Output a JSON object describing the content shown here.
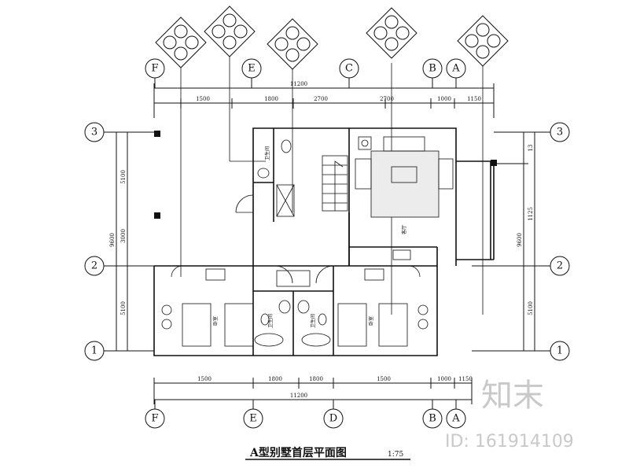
{
  "drawing": {
    "title": "A型别墅首层平面图",
    "scale": "1:75"
  },
  "axes": {
    "top": [
      {
        "label": "F"
      },
      {
        "label": "E"
      },
      {
        "label": "C"
      },
      {
        "label": "B"
      },
      {
        "label": "A"
      }
    ],
    "bottom": [
      {
        "label": "F"
      },
      {
        "label": "E"
      },
      {
        "label": "D"
      },
      {
        "label": "B"
      },
      {
        "label": "A"
      }
    ],
    "left": [
      {
        "label": "3"
      },
      {
        "label": "2"
      },
      {
        "label": "1"
      }
    ],
    "right": [
      {
        "label": "3"
      },
      {
        "label": "2"
      },
      {
        "label": "1"
      }
    ]
  },
  "dimensions": {
    "top_total": "11200",
    "top_segments": [
      "1500",
      "1800",
      "2700",
      "2700",
      "1000",
      "1150"
    ],
    "bottom_total": "11200",
    "bottom_segments": [
      "1500",
      "1800",
      "1800",
      "1500",
      "1000",
      "1150"
    ],
    "left_total": "9600",
    "left_segments": [
      "5100",
      "3000",
      "5100"
    ],
    "right_total": "9600",
    "right_segments": [
      "13",
      "1125",
      "5100"
    ]
  },
  "rooms": {
    "wc_upper": "卫生间",
    "living_room": "客厅",
    "wc_left": "卫生间",
    "wc_right": "卫生间",
    "bed_left": "卧室",
    "bed_right": "卧室"
  },
  "watermark": {
    "logo": "知末",
    "id_text": "ID: 161914109"
  }
}
